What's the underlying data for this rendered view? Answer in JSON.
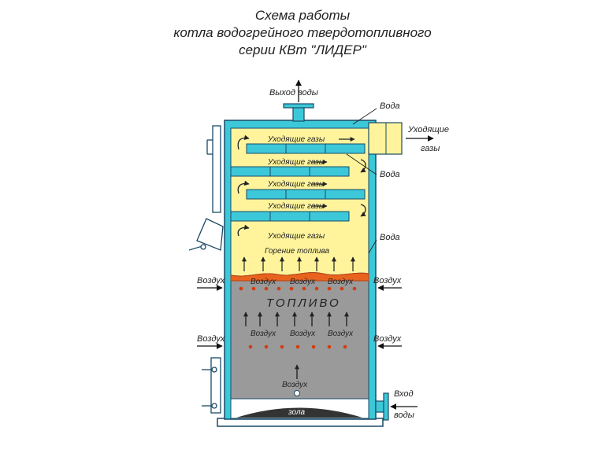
{
  "title": {
    "line1": "Схема работы",
    "line2": "котла водогрейного твердотопливного",
    "line3": "серии КВт \"ЛИДЕР\""
  },
  "labels": {
    "water_out": "Выход  воды",
    "water_1": "Вода",
    "water_2": "Вода",
    "water_3": "Вода",
    "flue_out_1": "Уходящие",
    "flue_out_2": "газы",
    "gases_1": "Уходящие газы",
    "gases_2": "Уходящие газы",
    "gases_3": "Уходящие газы",
    "gases_4": "Уходящие газы",
    "gases_5": "Уходящие газы",
    "combustion": "Горение топлива",
    "fuel": "ТОПЛИВО",
    "air": "Воздух",
    "water_in_1": "Вход",
    "water_in_2": "воды",
    "ash": "зола"
  },
  "colors": {
    "jacket": "#3cc8d8",
    "outline": "#1a4a66",
    "gas_zone": "#fff49c",
    "fuel_zone": "#9a9a9a",
    "flame": "#e8641e",
    "air_dot": "#d43c10",
    "ash": "#333333"
  }
}
